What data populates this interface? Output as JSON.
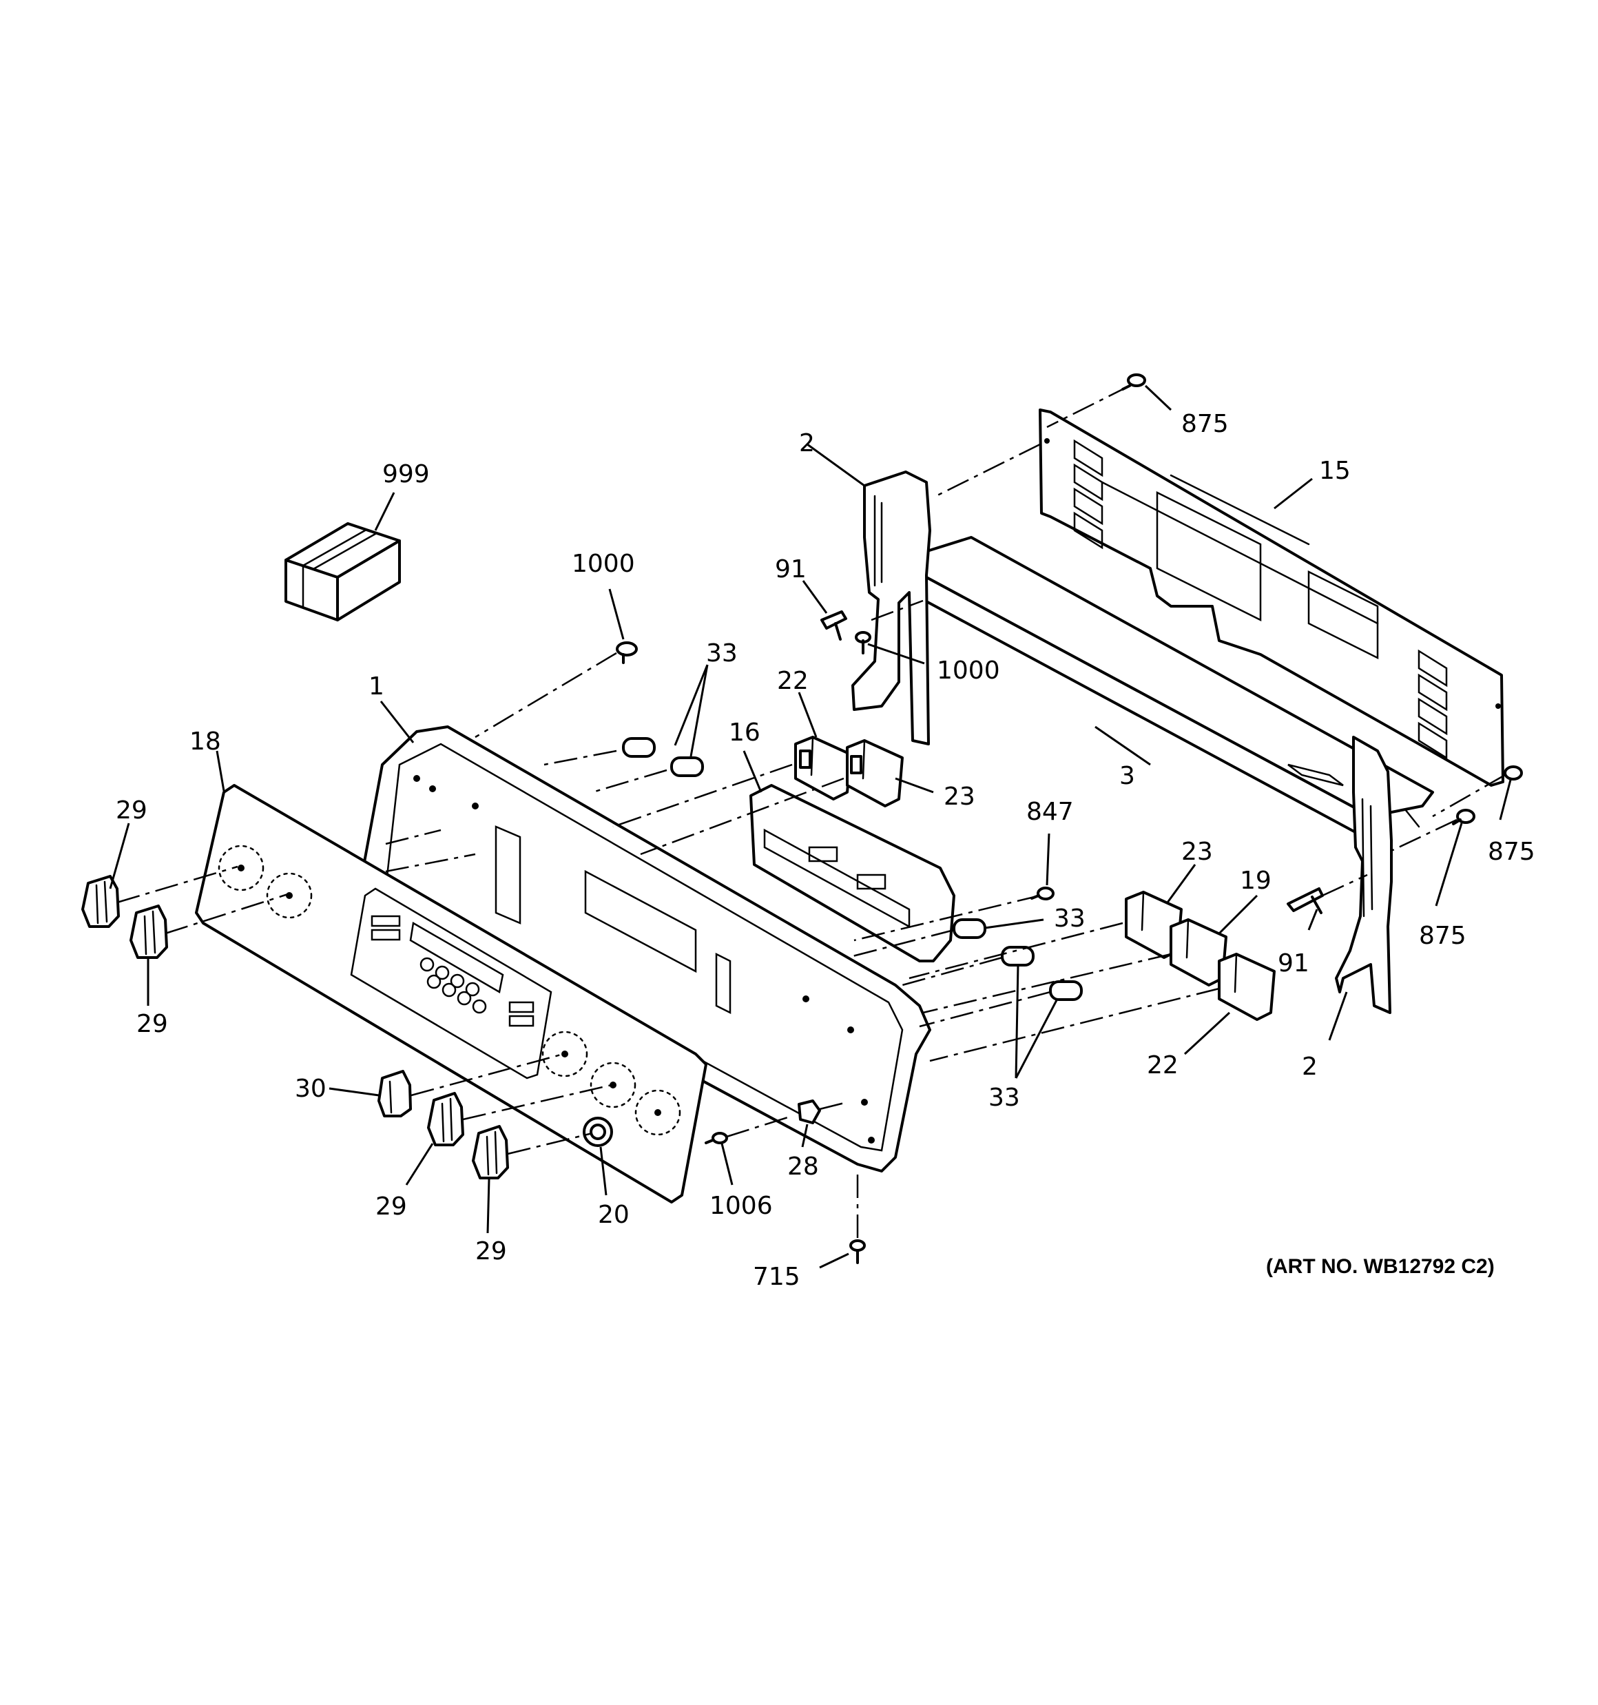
{
  "art_number": "(ART NO. WB12792 C2)",
  "callouts": {
    "c999": "999",
    "c1000_front": "1000",
    "c1000_bracket": "1000",
    "c1": "1",
    "c18": "18",
    "c29_a": "29",
    "c29_b": "29",
    "c29_c": "29",
    "c29_d": "29",
    "c30": "30",
    "c20": "20",
    "c1006": "1006",
    "c28": "28",
    "c715": "715",
    "c33_top": "33",
    "c33_mid": "33",
    "c33_bottom": "33",
    "c22_top": "22",
    "c22_bottom": "22",
    "c23_top": "23",
    "c23_right": "23",
    "c16": "16",
    "c847": "847",
    "c19": "19",
    "c2_left": "2",
    "c2_right": "2",
    "c91_left": "91",
    "c91_right": "91",
    "c3": "3",
    "c15": "15",
    "c875_top": "875",
    "c875_right": "875",
    "c875_lower": "875"
  }
}
